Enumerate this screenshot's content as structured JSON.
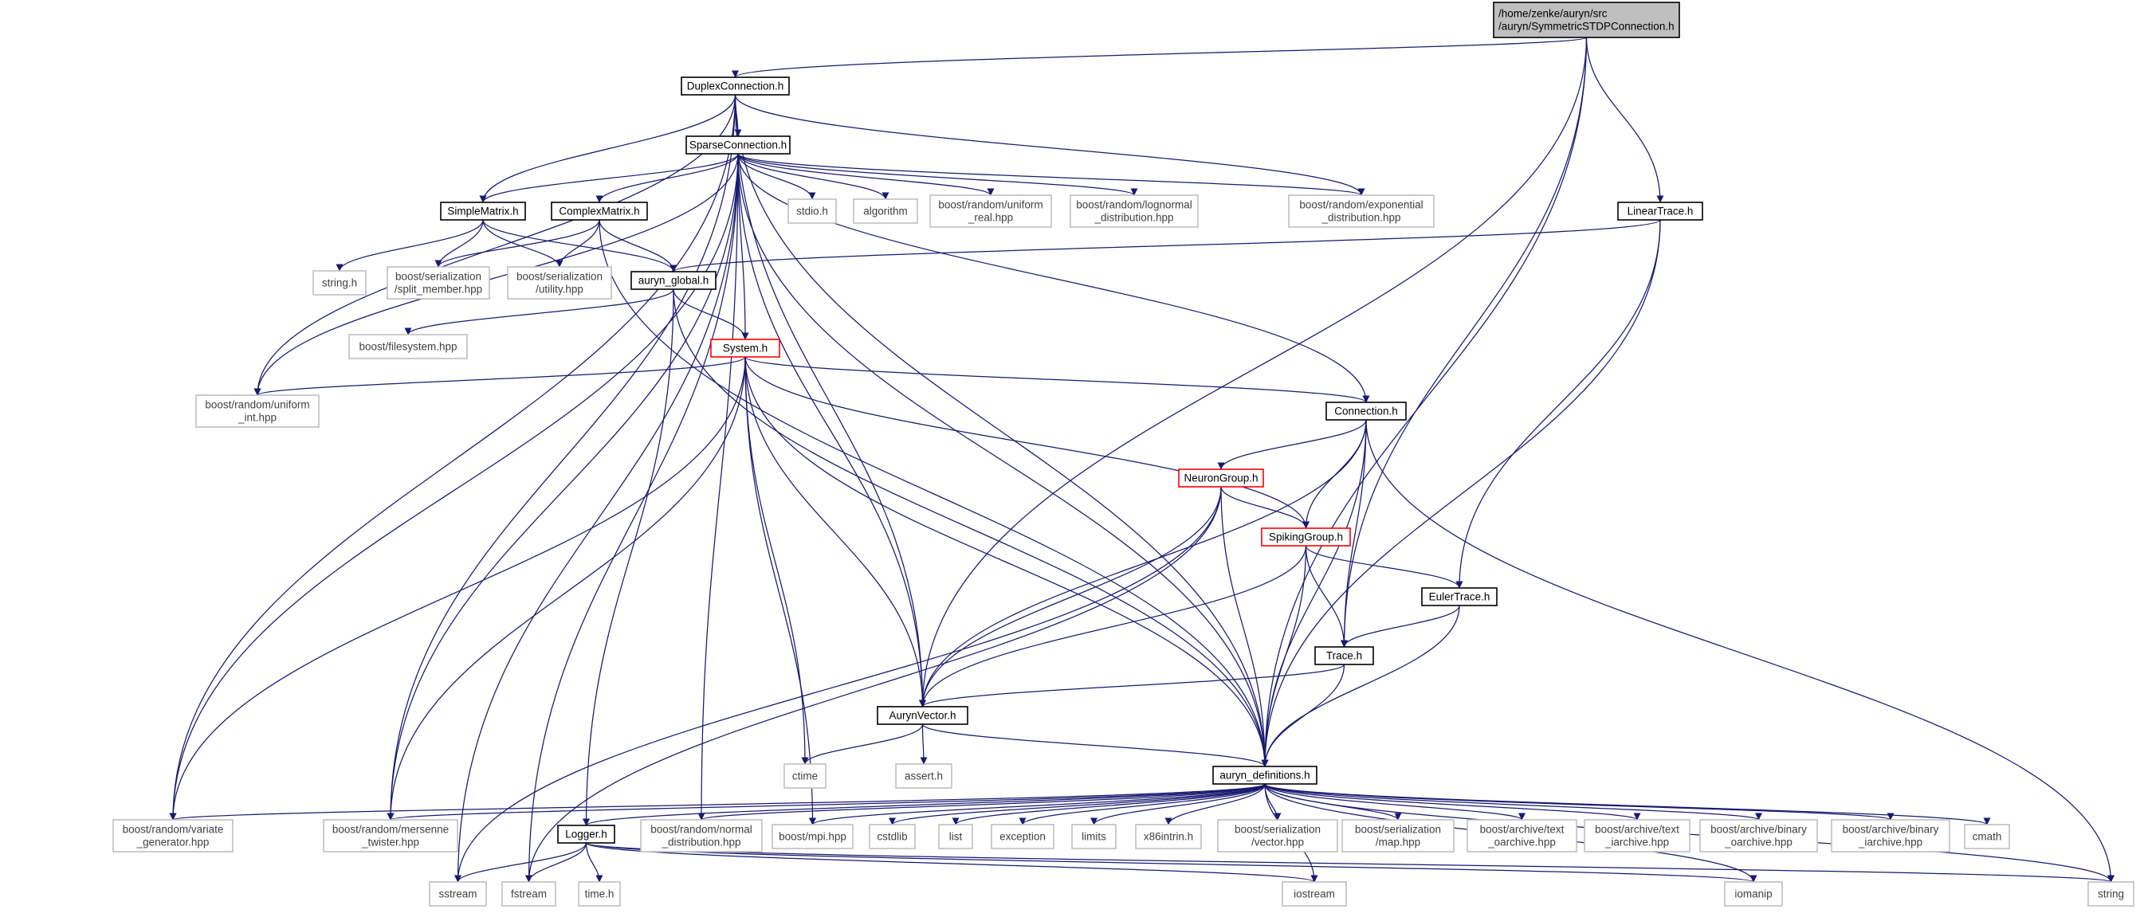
{
  "title": "/home/zenke/auryn/src/auryn/SymmetricSTDPConnection.h",
  "colors": {
    "edge": "#191970",
    "node_border": "#000000",
    "external_border": "#bfbfbf",
    "incomplete_border": "#ff0000",
    "root_fill": "#bfbfbf",
    "external_text": "#404040"
  },
  "nodes": [
    {
      "id": "root",
      "kind": "root",
      "lines": [
        "/home/zenke/auryn/src",
        "/auryn/SymmetricSTDPConnection.h"
      ]
    },
    {
      "id": "duplex",
      "kind": "header",
      "lines": [
        "DuplexConnection.h"
      ]
    },
    {
      "id": "sparse",
      "kind": "header",
      "lines": [
        "SparseConnection.h"
      ]
    },
    {
      "id": "simplematrix",
      "kind": "header",
      "lines": [
        "SimpleMatrix.h"
      ]
    },
    {
      "id": "complexmatrix",
      "kind": "header",
      "lines": [
        "ComplexMatrix.h"
      ]
    },
    {
      "id": "stdio",
      "kind": "external",
      "lines": [
        "stdio.h"
      ]
    },
    {
      "id": "algorithm",
      "kind": "external",
      "lines": [
        "algorithm"
      ]
    },
    {
      "id": "uniform_real",
      "kind": "external",
      "lines": [
        "boost/random/uniform",
        "_real.hpp"
      ]
    },
    {
      "id": "lognormal",
      "kind": "external",
      "lines": [
        "boost/random/lognormal",
        "_distribution.hpp"
      ]
    },
    {
      "id": "exponential",
      "kind": "external",
      "lines": [
        "boost/random/exponential",
        "_distribution.hpp"
      ]
    },
    {
      "id": "lineartrace",
      "kind": "header",
      "lines": [
        "LinearTrace.h"
      ]
    },
    {
      "id": "string_h",
      "kind": "external",
      "lines": [
        "string.h"
      ]
    },
    {
      "id": "split_member",
      "kind": "external",
      "lines": [
        "boost/serialization",
        "/split_member.hpp"
      ]
    },
    {
      "id": "utility",
      "kind": "external",
      "lines": [
        "boost/serialization",
        "/utility.hpp"
      ]
    },
    {
      "id": "auryn_global",
      "kind": "header",
      "lines": [
        "auryn_global.h"
      ]
    },
    {
      "id": "filesystem",
      "kind": "external",
      "lines": [
        "boost/filesystem.hpp"
      ]
    },
    {
      "id": "system",
      "kind": "incomplete",
      "lines": [
        "System.h"
      ]
    },
    {
      "id": "uniform_int",
      "kind": "external",
      "lines": [
        "boost/random/uniform",
        "_int.hpp"
      ]
    },
    {
      "id": "connection",
      "kind": "header",
      "lines": [
        "Connection.h"
      ]
    },
    {
      "id": "neurongroup",
      "kind": "incomplete",
      "lines": [
        "NeuronGroup.h"
      ]
    },
    {
      "id": "spikinggroup",
      "kind": "incomplete",
      "lines": [
        "SpikingGroup.h"
      ]
    },
    {
      "id": "eulertrace",
      "kind": "header",
      "lines": [
        "EulerTrace.h"
      ]
    },
    {
      "id": "trace",
      "kind": "header",
      "lines": [
        "Trace.h"
      ]
    },
    {
      "id": "aurynvector",
      "kind": "header",
      "lines": [
        "AurynVector.h"
      ]
    },
    {
      "id": "ctime",
      "kind": "external",
      "lines": [
        "ctime"
      ]
    },
    {
      "id": "assert",
      "kind": "external",
      "lines": [
        "assert.h"
      ]
    },
    {
      "id": "defs",
      "kind": "header",
      "lines": [
        "auryn_definitions.h"
      ]
    },
    {
      "id": "variate",
      "kind": "external",
      "lines": [
        "boost/random/variate",
        "_generator.hpp"
      ]
    },
    {
      "id": "mersenne",
      "kind": "external",
      "lines": [
        "boost/random/mersenne",
        "_twister.hpp"
      ]
    },
    {
      "id": "logger",
      "kind": "header",
      "lines": [
        "Logger.h"
      ]
    },
    {
      "id": "normal",
      "kind": "external",
      "lines": [
        "boost/random/normal",
        "_distribution.hpp"
      ]
    },
    {
      "id": "mpi",
      "kind": "external",
      "lines": [
        "boost/mpi.hpp"
      ]
    },
    {
      "id": "cstdlib",
      "kind": "external",
      "lines": [
        "cstdlib"
      ]
    },
    {
      "id": "list",
      "kind": "external",
      "lines": [
        "list"
      ]
    },
    {
      "id": "exception",
      "kind": "external",
      "lines": [
        "exception"
      ]
    },
    {
      "id": "limits",
      "kind": "external",
      "lines": [
        "limits"
      ]
    },
    {
      "id": "x86intrin",
      "kind": "external",
      "lines": [
        "x86intrin.h"
      ]
    },
    {
      "id": "ser_vector",
      "kind": "external",
      "lines": [
        "boost/serialization",
        "/vector.hpp"
      ]
    },
    {
      "id": "ser_map",
      "kind": "external",
      "lines": [
        "boost/serialization",
        "/map.hpp"
      ]
    },
    {
      "id": "text_oarchive",
      "kind": "external",
      "lines": [
        "boost/archive/text",
        "_oarchive.hpp"
      ]
    },
    {
      "id": "text_iarchive",
      "kind": "external",
      "lines": [
        "boost/archive/text",
        "_iarchive.hpp"
      ]
    },
    {
      "id": "binary_oarchive",
      "kind": "external",
      "lines": [
        "boost/archive/binary",
        "_oarchive.hpp"
      ]
    },
    {
      "id": "binary_iarchive",
      "kind": "external",
      "lines": [
        "boost/archive/binary",
        "_iarchive.hpp"
      ]
    },
    {
      "id": "cmath",
      "kind": "external",
      "lines": [
        "cmath"
      ]
    },
    {
      "id": "sstream",
      "kind": "external",
      "lines": [
        "sstream"
      ]
    },
    {
      "id": "fstream",
      "kind": "external",
      "lines": [
        "fstream"
      ]
    },
    {
      "id": "time_h",
      "kind": "external",
      "lines": [
        "time.h"
      ]
    },
    {
      "id": "iostream",
      "kind": "external",
      "lines": [
        "iostream"
      ]
    },
    {
      "id": "iomanip",
      "kind": "external",
      "lines": [
        "iomanip"
      ]
    },
    {
      "id": "string",
      "kind": "external",
      "lines": [
        "string"
      ]
    }
  ],
  "edges": [
    [
      "root",
      "duplex"
    ],
    [
      "root",
      "lineartrace"
    ],
    [
      "root",
      "aurynvector"
    ],
    [
      "root",
      "trace"
    ],
    [
      "root",
      "defs"
    ],
    [
      "duplex",
      "sparse"
    ],
    [
      "duplex",
      "simplematrix"
    ],
    [
      "duplex",
      "exponential"
    ],
    [
      "duplex",
      "defs"
    ],
    [
      "duplex",
      "uniform_int"
    ],
    [
      "duplex",
      "variate"
    ],
    [
      "duplex",
      "mersenne"
    ],
    [
      "duplex",
      "aurynvector"
    ],
    [
      "sparse",
      "simplematrix"
    ],
    [
      "sparse",
      "complexmatrix"
    ],
    [
      "sparse",
      "stdio"
    ],
    [
      "sparse",
      "algorithm"
    ],
    [
      "sparse",
      "uniform_real"
    ],
    [
      "sparse",
      "lognormal"
    ],
    [
      "sparse",
      "exponential"
    ],
    [
      "sparse",
      "system"
    ],
    [
      "sparse",
      "connection"
    ],
    [
      "sparse",
      "aurynvector"
    ],
    [
      "sparse",
      "defs"
    ],
    [
      "sparse",
      "uniform_int"
    ],
    [
      "sparse",
      "variate"
    ],
    [
      "sparse",
      "mersenne"
    ],
    [
      "sparse",
      "normal"
    ],
    [
      "sparse",
      "sstream"
    ],
    [
      "sparse",
      "fstream"
    ],
    [
      "simplematrix",
      "string_h"
    ],
    [
      "simplematrix",
      "split_member"
    ],
    [
      "simplematrix",
      "utility"
    ],
    [
      "simplematrix",
      "auryn_global"
    ],
    [
      "complexmatrix",
      "split_member"
    ],
    [
      "complexmatrix",
      "utility"
    ],
    [
      "complexmatrix",
      "auryn_global"
    ],
    [
      "complexmatrix",
      "defs"
    ],
    [
      "lineartrace",
      "auryn_global"
    ],
    [
      "lineartrace",
      "eulertrace"
    ],
    [
      "lineartrace",
      "defs"
    ],
    [
      "auryn_global",
      "filesystem"
    ],
    [
      "auryn_global",
      "system"
    ],
    [
      "auryn_global",
      "logger"
    ],
    [
      "auryn_global",
      "defs"
    ],
    [
      "system",
      "uniform_int"
    ],
    [
      "system",
      "connection"
    ],
    [
      "system",
      "spikinggroup"
    ],
    [
      "system",
      "aurynvector"
    ],
    [
      "system",
      "defs"
    ],
    [
      "system",
      "variate"
    ],
    [
      "system",
      "mersenne"
    ],
    [
      "system",
      "mpi"
    ],
    [
      "system",
      "ctime"
    ],
    [
      "connection",
      "neurongroup"
    ],
    [
      "connection",
      "spikinggroup"
    ],
    [
      "connection",
      "trace"
    ],
    [
      "connection",
      "aurynvector"
    ],
    [
      "connection",
      "defs"
    ],
    [
      "connection",
      "string"
    ],
    [
      "neurongroup",
      "spikinggroup"
    ],
    [
      "neurongroup",
      "aurynvector"
    ],
    [
      "neurongroup",
      "defs"
    ],
    [
      "neurongroup",
      "sstream"
    ],
    [
      "neurongroup",
      "fstream"
    ],
    [
      "spikinggroup",
      "eulertrace"
    ],
    [
      "spikinggroup",
      "trace"
    ],
    [
      "spikinggroup",
      "aurynvector"
    ],
    [
      "spikinggroup",
      "defs"
    ],
    [
      "eulertrace",
      "trace"
    ],
    [
      "eulertrace",
      "defs"
    ],
    [
      "trace",
      "aurynvector"
    ],
    [
      "trace",
      "defs"
    ],
    [
      "aurynvector",
      "ctime"
    ],
    [
      "aurynvector",
      "assert"
    ],
    [
      "aurynvector",
      "defs"
    ],
    [
      "defs",
      "variate"
    ],
    [
      "defs",
      "mersenne"
    ],
    [
      "defs",
      "logger"
    ],
    [
      "defs",
      "normal"
    ],
    [
      "defs",
      "mpi"
    ],
    [
      "defs",
      "cstdlib"
    ],
    [
      "defs",
      "list"
    ],
    [
      "defs",
      "exception"
    ],
    [
      "defs",
      "limits"
    ],
    [
      "defs",
      "x86intrin"
    ],
    [
      "defs",
      "ser_vector"
    ],
    [
      "defs",
      "ser_map"
    ],
    [
      "defs",
      "text_oarchive"
    ],
    [
      "defs",
      "text_iarchive"
    ],
    [
      "defs",
      "binary_oarchive"
    ],
    [
      "defs",
      "binary_iarchive"
    ],
    [
      "defs",
      "cmath"
    ],
    [
      "defs",
      "string"
    ],
    [
      "defs",
      "iostream"
    ],
    [
      "defs",
      "iomanip"
    ],
    [
      "logger",
      "sstream"
    ],
    [
      "logger",
      "fstream"
    ],
    [
      "logger",
      "time_h"
    ],
    [
      "logger",
      "iostream"
    ],
    [
      "logger",
      "iomanip"
    ],
    [
      "logger",
      "string"
    ]
  ]
}
